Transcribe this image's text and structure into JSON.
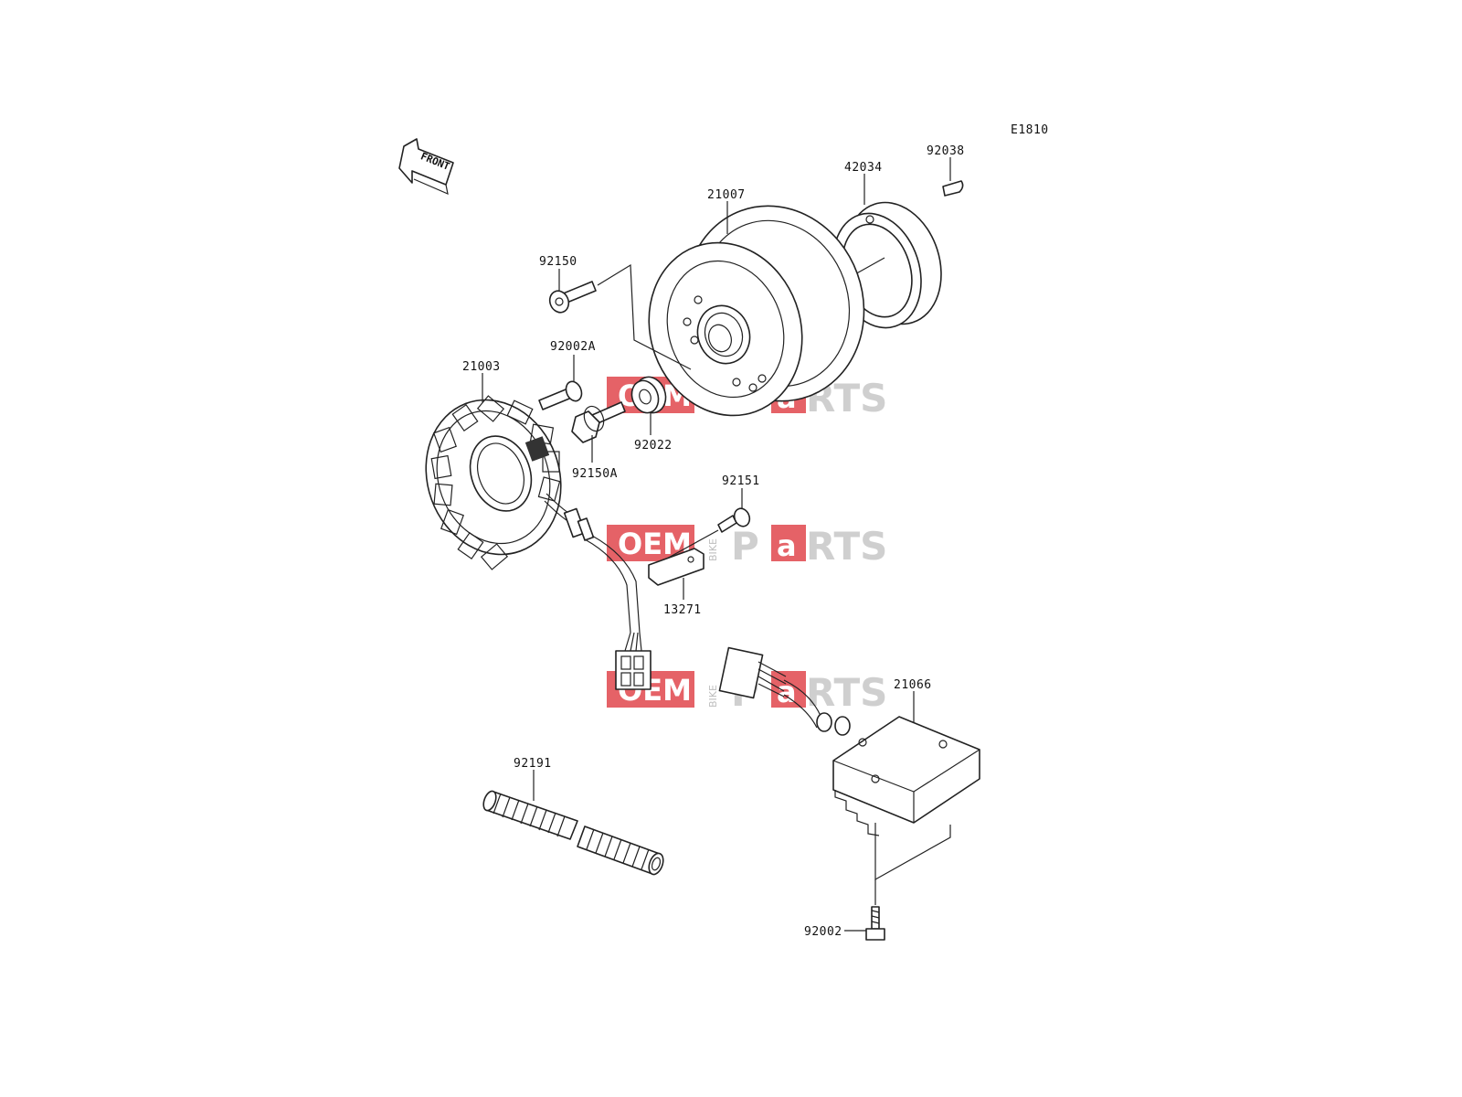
{
  "diagram_code": "E1810",
  "front_label": "FRONT",
  "watermark": {
    "oem": "OEM",
    "bike": "BIKE",
    "p": "P",
    "a": "a",
    "rts": "RTS"
  },
  "colors": {
    "watermark_red": "#e0474c",
    "watermark_gray": "#cfcfcf",
    "line": "#222222"
  },
  "labels": {
    "p92038": "92038",
    "p42034": "42034",
    "p21007": "21007",
    "p92150": "92150",
    "p92002A": "92002A",
    "p21003": "21003",
    "p92022": "92022",
    "p92150A": "92150A",
    "p92151": "92151",
    "p13271": "13271",
    "p21066": "21066",
    "p92191": "92191",
    "p92002": "92002"
  }
}
